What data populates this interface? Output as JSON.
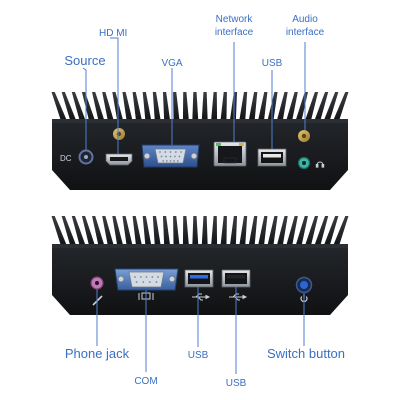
{
  "labels": {
    "hdmi": "HD MI",
    "network": [
      "Network",
      "interface"
    ],
    "audio": [
      "Audio",
      "interface"
    ],
    "source": "Source",
    "vga": "VGA",
    "usb_top": "USB",
    "dc": "DC",
    "phone_jack": "Phone jack",
    "usb_bottom_1": "USB",
    "switch_button": "Switch button",
    "com": "COM",
    "usb_bottom_2": "USB"
  },
  "colors": {
    "label": "#3a6fc4",
    "leader": "#4f7fd0",
    "chassis": "#1b1d20",
    "chassis_dark": "#0e0f11",
    "port_gold": "#c9a34a",
    "usb3_blue": "#2e6be6",
    "phone_pink": "#c07ab8",
    "switch_blue": "#2a66d8"
  },
  "icons": {
    "usb_symbol": "usb-trident-icon",
    "com_symbol": "serial-port-icon",
    "audio_symbol": "headphone-icon",
    "power_symbol": "power-icon"
  }
}
